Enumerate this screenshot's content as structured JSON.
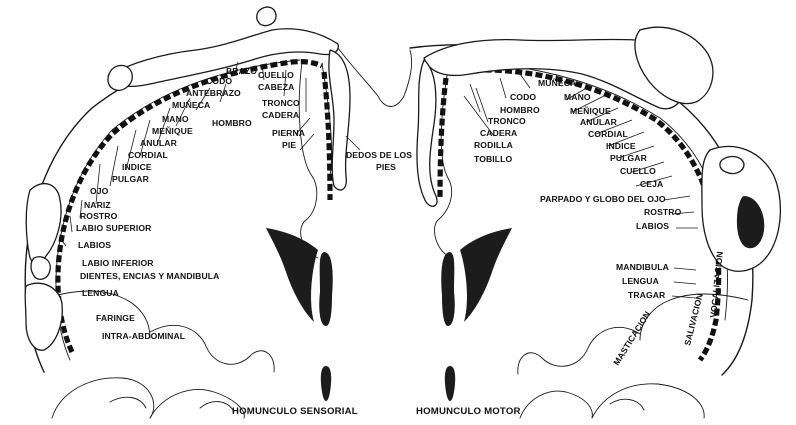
{
  "titles": {
    "sensory": "HOMUNCULO SENSORIAL",
    "motor": "HOMUNCULO MOTOR"
  },
  "sensory_labels": [
    "BRAZO",
    "CODO",
    "ANTEBRAZO",
    "CUELLO",
    "CABEZA",
    "TRONCO",
    "CADERA",
    "MUÑECA",
    "MANO",
    "MEÑIQUE",
    "HOMBRO",
    "PIERNA",
    "PIE",
    "ANULAR",
    "CORDIAL",
    "INDICE",
    "PULGAR",
    "OJO",
    "NARIZ",
    "ROSTRO",
    "LABIO SUPERIOR",
    "LABIOS",
    "LABIO INFERIOR",
    "DIENTES, ENCIAS Y MANDIBULA",
    "LENGUA",
    "FARINGE",
    "INTRA-ABDOMINAL",
    "DEDOS DE LOS",
    "PIES"
  ],
  "motor_labels": [
    "MUÑECA",
    "CODO",
    "HOMBRO",
    "TRONCO",
    "CADERA",
    "RODILLA",
    "TOBILLO",
    "MANO",
    "MEÑIQUE",
    "ANULAR",
    "CORDIAL",
    "INDICE",
    "PULGAR",
    "CUELLO",
    "CEJA",
    "PARPADO Y GLOBO DEL OJO",
    "ROSTRO",
    "LABIOS",
    "MANDIBULA",
    "LENGUA",
    "TRAGAR",
    "MASTICACION",
    "SALIVACION",
    "VOCALIZACION"
  ]
}
